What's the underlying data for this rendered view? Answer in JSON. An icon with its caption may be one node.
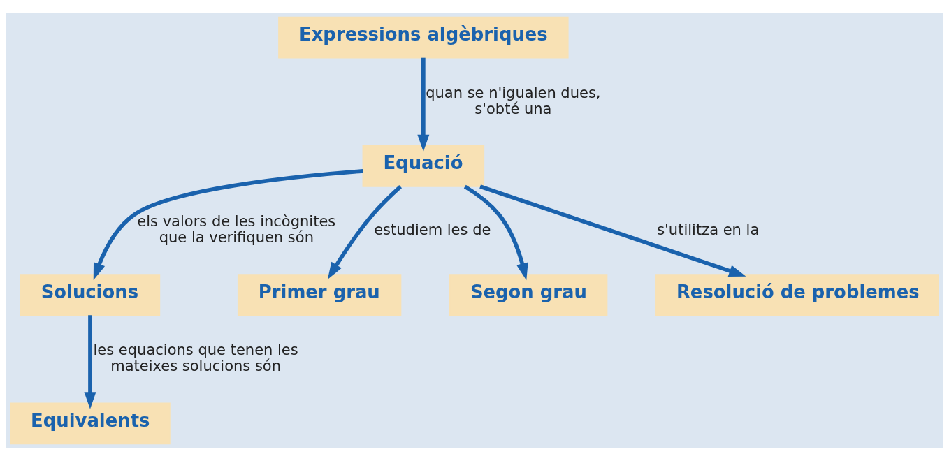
{
  "diagram": {
    "nodes": [
      {
        "text": [
          "Expressions algèbriques"
        ]
      },
      {
        "text": [
          "Equació"
        ]
      },
      {
        "text": [
          "Solucions"
        ]
      },
      {
        "text": [
          "Primer grau"
        ]
      },
      {
        "text": [
          "Segon grau"
        ]
      },
      {
        "text": [
          "Resolució de problemes"
        ]
      },
      {
        "text": [
          "Equivalents"
        ]
      }
    ],
    "edges": [
      {
        "from": 0,
        "to": 1,
        "arrow": "to",
        "label": "quan se n'igualen dues, s'obté una"
      },
      {
        "from": 1,
        "to": 2,
        "arrow": "to",
        "label": "els valors de les incògnites que la verifiquen són"
      },
      {
        "from": 1,
        "to": 3,
        "arrow": "to",
        "label": "estudiem les de"
      },
      {
        "from": 1,
        "to": 4,
        "arrow": "to"
      },
      {
        "from": 1,
        "to": 5,
        "arrow": "to",
        "label": "s'utilitza en la"
      },
      {
        "from": 2,
        "to": 6,
        "arrow": "to",
        "label": "les equacions que tenen les mateixes solucions són"
      }
    ]
  }
}
